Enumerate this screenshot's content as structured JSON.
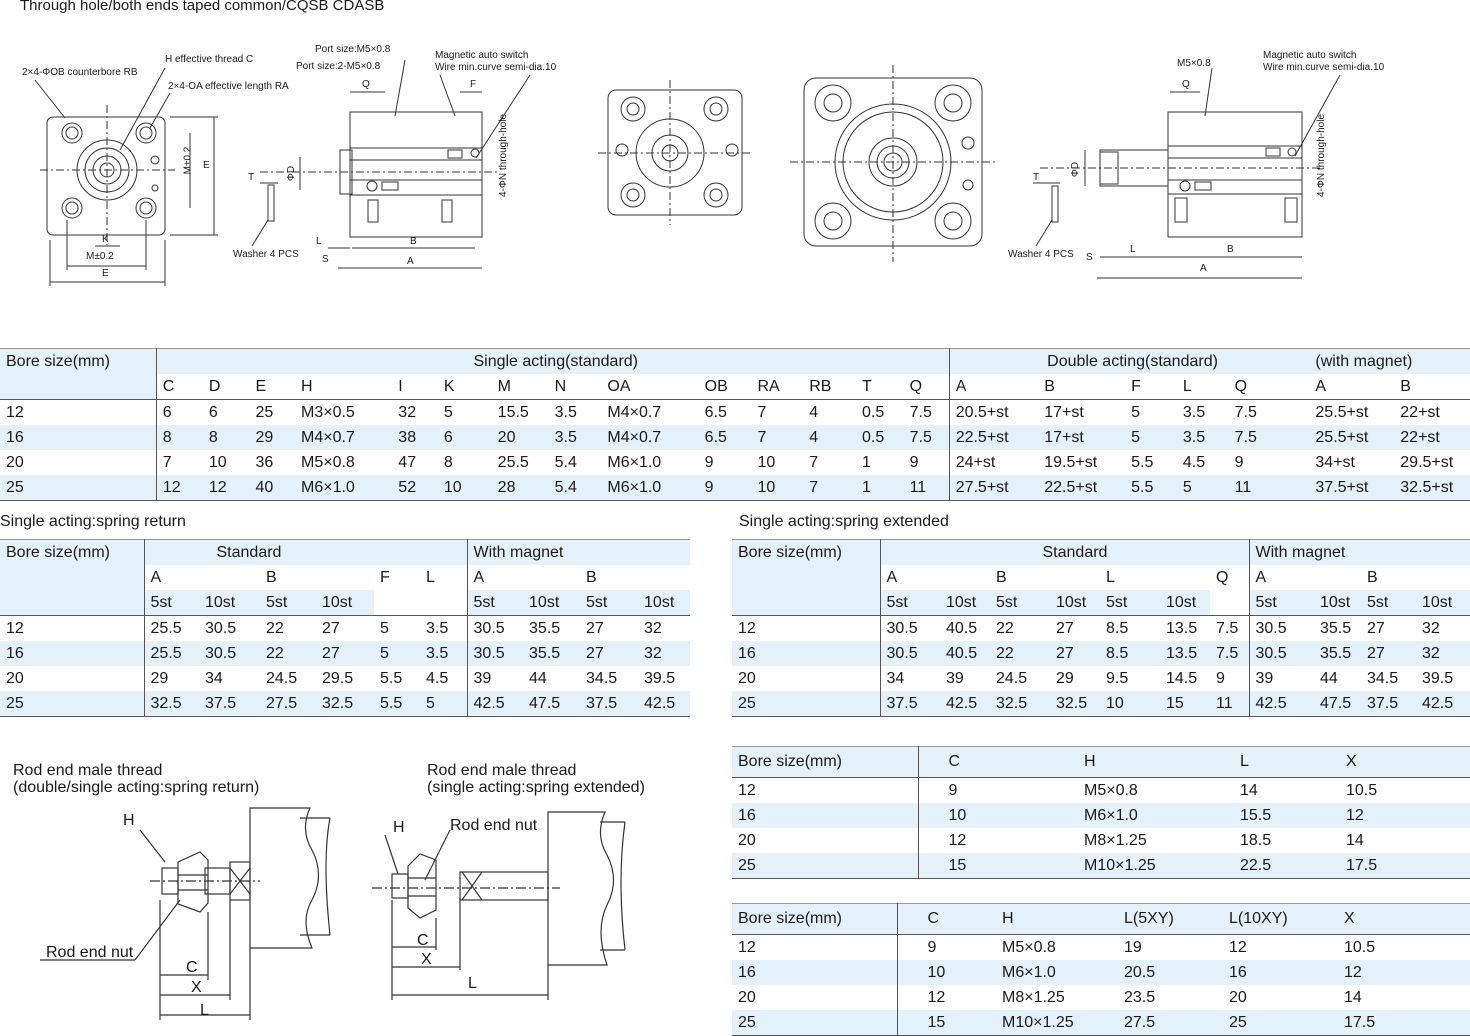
{
  "page": {
    "title": "Through hole/both ends taped common/CQSB CDASB"
  },
  "drawing_labels": {
    "counterbore": "2×4-ΦOB counterbore RB",
    "h_thread": "H effective thread C",
    "oa_length": "2×4-OA effective length RA",
    "port_size_1": "Port size:M5×0.8",
    "port_size_2": "Port size:2-M5×0.8",
    "mag_switch_1": "Magnetic auto switch",
    "wire_curve_1": "Wire min.curve semi-dia.10",
    "mag_switch_2": "Magnetic auto switch",
    "wire_curve_2": "Wire min.curve semi-dia.10",
    "m5": "M5×0.8",
    "washer_1": "Washer 4 PCS",
    "washer_2": "Washer 4 PCS",
    "through_hole_1": "4-ΦN through-hole",
    "through_hole_2": "4-ΦN through-hole",
    "m_tol": "M±0.2",
    "m_tol_v": "M±0.2",
    "e": "E",
    "k": "K",
    "q": "Q",
    "f": "F",
    "d": "ΦD",
    "t": "T",
    "l": "L",
    "s": "S",
    "b": "B",
    "a": "A"
  },
  "table_main": {
    "bore": "Bore size(mm)",
    "single_std": "Single acting(standard)",
    "double_std": "Double acting(standard)",
    "with_magnet": "(with magnet)",
    "cols": [
      "C",
      "D",
      "E",
      "H",
      "I",
      "K",
      "M",
      "N",
      "OA",
      "OB",
      "RA",
      "RB",
      "T",
      "Q",
      "A",
      "B",
      "F",
      "L",
      "Q",
      "A",
      "B"
    ],
    "rows": [
      [
        "12",
        "6",
        "6",
        "25",
        "M3×0.5",
        "32",
        "5",
        "15.5",
        "3.5",
        "M4×0.7",
        "6.5",
        "7",
        "4",
        "0.5",
        "7.5",
        "20.5+st",
        "17+st",
        "5",
        "3.5",
        "7.5",
        "25.5+st",
        "22+st"
      ],
      [
        "16",
        "8",
        "8",
        "29",
        "M4×0.7",
        "38",
        "6",
        "20",
        "3.5",
        "M4×0.7",
        "6.5",
        "7",
        "4",
        "0.5",
        "7.5",
        "22.5+st",
        "17+st",
        "5",
        "3.5",
        "7.5",
        "25.5+st",
        "22+st"
      ],
      [
        "20",
        "7",
        "10",
        "36",
        "M5×0.8",
        "47",
        "8",
        "25.5",
        "5.4",
        "M6×1.0",
        "9",
        "10",
        "7",
        "1",
        "9",
        "24+st",
        "19.5+st",
        "5.5",
        "4.5",
        "9",
        "34+st",
        "29.5+st"
      ],
      [
        "25",
        "12",
        "12",
        "40",
        "M6×1.0",
        "52",
        "10",
        "28",
        "5.4",
        "M6×1.0",
        "9",
        "10",
        "7",
        "1",
        "11",
        "27.5+st",
        "22.5+st",
        "5.5",
        "5",
        "11",
        "37.5+st",
        "32.5+st"
      ]
    ]
  },
  "table_spring_return": {
    "caption": "Single acting:spring return",
    "bore": "Bore size(mm)",
    "standard": "Standard",
    "with_magnet": "With magnet",
    "a": "A",
    "b": "B",
    "f": "F",
    "l": "L",
    "a2": "A",
    "b2": "B",
    "sub": [
      "5st",
      "10st",
      "5st",
      "10st",
      "5st",
      "10st",
      "5st",
      "10st"
    ],
    "rows": [
      [
        "12",
        "25.5",
        "30.5",
        "22",
        "27",
        "5",
        "3.5",
        "30.5",
        "35.5",
        "27",
        "32"
      ],
      [
        "16",
        "25.5",
        "30.5",
        "22",
        "27",
        "5",
        "3.5",
        "30.5",
        "35.5",
        "27",
        "32"
      ],
      [
        "20",
        "29",
        "34",
        "24.5",
        "29.5",
        "5.5",
        "4.5",
        "39",
        "44",
        "34.5",
        "39.5"
      ],
      [
        "25",
        "32.5",
        "37.5",
        "27.5",
        "32.5",
        "5.5",
        "5",
        "42.5",
        "47.5",
        "37.5",
        "42.5"
      ]
    ]
  },
  "table_spring_extended": {
    "caption": "Single acting:spring extended",
    "bore": "Bore size(mm)",
    "standard": "Standard",
    "with_magnet": "With magnet",
    "a": "A",
    "b": "B",
    "l": "L",
    "q": "Q",
    "a2": "A",
    "b2": "B",
    "sub": [
      "5st",
      "10st",
      "5st",
      "10st",
      "5st",
      "10st",
      "5st",
      "10st",
      "5st",
      "10st"
    ],
    "rows": [
      [
        "12",
        "30.5",
        "40.5",
        "22",
        "27",
        "8.5",
        "13.5",
        "7.5",
        "30.5",
        "35.5",
        "27",
        "32"
      ],
      [
        "16",
        "30.5",
        "40.5",
        "22",
        "27",
        "8.5",
        "13.5",
        "7.5",
        "30.5",
        "35.5",
        "27",
        "32"
      ],
      [
        "20",
        "34",
        "39",
        "24.5",
        "29",
        "9.5",
        "14.5",
        "9",
        "39",
        "44",
        "34.5",
        "39.5"
      ],
      [
        "25",
        "37.5",
        "42.5",
        "32.5",
        "32.5",
        "10",
        "15",
        "11",
        "42.5",
        "47.5",
        "37.5",
        "42.5"
      ]
    ]
  },
  "table_rod_1": {
    "bore": "Bore size(mm)",
    "cols": [
      "C",
      "H",
      "L",
      "X"
    ],
    "rows": [
      [
        "12",
        "9",
        "M5×0.8",
        "14",
        "10.5"
      ],
      [
        "16",
        "10",
        "M6×1.0",
        "15.5",
        "12"
      ],
      [
        "20",
        "12",
        "M8×1.25",
        "18.5",
        "14"
      ],
      [
        "25",
        "15",
        "M10×1.25",
        "22.5",
        "17.5"
      ]
    ]
  },
  "table_rod_2": {
    "bore": "Bore size(mm)",
    "cols": [
      "C",
      "H",
      "L(5XY)",
      "L(10XY)",
      "X"
    ],
    "rows": [
      [
        "12",
        "9",
        "M5×0.8",
        "19",
        "12",
        "10.5"
      ],
      [
        "16",
        "10",
        "M6×1.0",
        "20.5",
        "16",
        "12"
      ],
      [
        "20",
        "12",
        "M8×1.25",
        "23.5",
        "20",
        "14"
      ],
      [
        "25",
        "15",
        "M10×1.25",
        "27.5",
        "25",
        "17.5"
      ]
    ]
  },
  "rod_drawings": {
    "left_title_1": "Rod end male thread",
    "left_title_2": "(double/single acting:spring return)",
    "right_title_1": "Rod end male thread",
    "right_title_2": "(single acting:spring extended)",
    "h": "H",
    "nut_left": "Rod end nut",
    "nut_right": "Rod end nut",
    "c": "C",
    "x": "X",
    "l": "L",
    "h2": "H",
    "c2": "C",
    "x2": "X",
    "l2": "L"
  }
}
